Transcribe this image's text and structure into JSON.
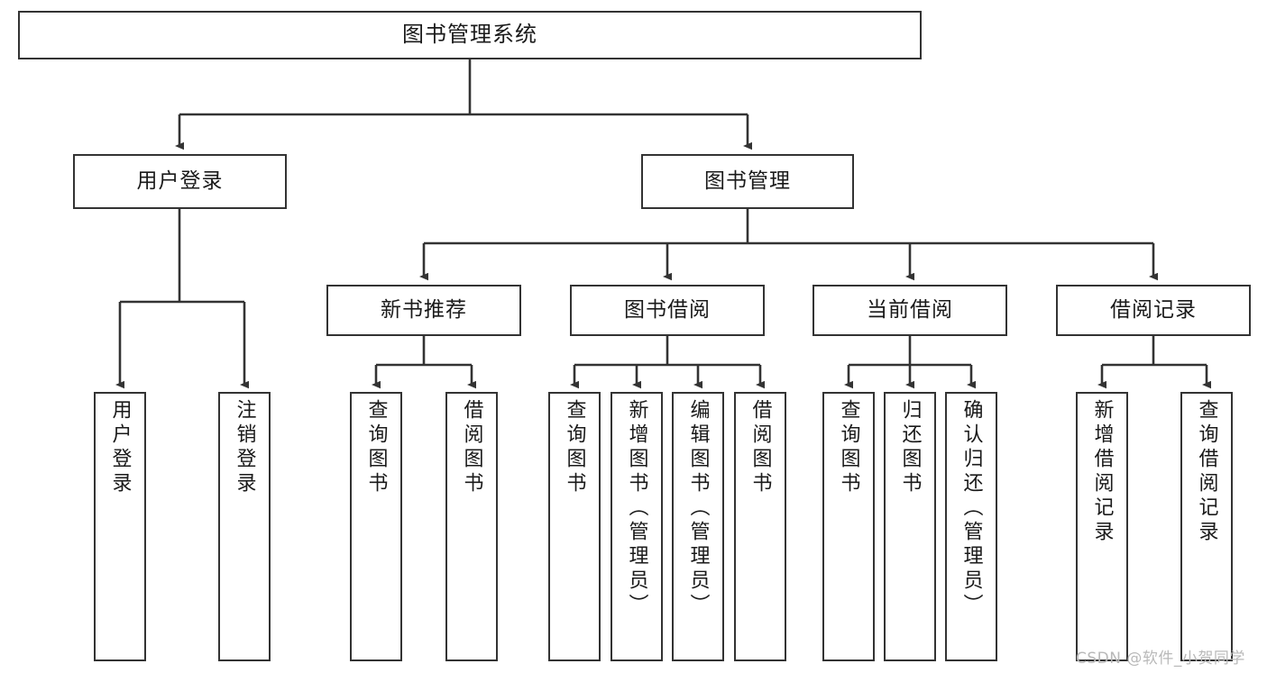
{
  "diagram": {
    "type": "tree",
    "title": "图书管理系统",
    "style": {
      "background": "#ffffff",
      "box_border": "#333333",
      "box_fill": "#ffffff",
      "edge_color": "#333333",
      "text_color": "#1a1a1a",
      "watermark_color": "#b9b9b9"
    },
    "levels": {
      "level1": [
        "图书管理系统"
      ],
      "level2": [
        "用户登录",
        "图书管理"
      ],
      "level3": [
        "新书推荐",
        "图书借阅",
        "当前借阅",
        "借阅记录"
      ],
      "level4": [
        "用户登录",
        "注销登录",
        "查询图书",
        "借阅图书",
        "查询图书",
        "新增图书（管理员）",
        "编辑图书（管理员）",
        "借阅图书",
        "查询图书",
        "归还图书",
        "确认归还（管理员）",
        "新增借阅记录",
        "查询借阅记录"
      ]
    }
  },
  "root": {
    "label": "图书管理系统"
  },
  "branches": [
    {
      "label": "用户登录",
      "children": [
        {
          "label": "用户登录"
        },
        {
          "label": "注销登录"
        }
      ]
    },
    {
      "label": "图书管理",
      "children": [
        {
          "label": "新书推荐",
          "children": [
            {
              "label": "查询图书"
            },
            {
              "label": "借阅图书"
            }
          ]
        },
        {
          "label": "图书借阅",
          "children": [
            {
              "label": "查询图书"
            },
            {
              "label": "新增图书（管理员）"
            },
            {
              "label": "编辑图书（管理员）"
            },
            {
              "label": "借阅图书"
            }
          ]
        },
        {
          "label": "当前借阅",
          "children": [
            {
              "label": "查询图书"
            },
            {
              "label": "归还图书"
            },
            {
              "label": "确认归还（管理员）"
            }
          ]
        },
        {
          "label": "借阅记录",
          "children": [
            {
              "label": "新增借阅记录"
            },
            {
              "label": "查询借阅记录"
            }
          ]
        }
      ]
    }
  ],
  "nodes": {
    "root": "图书管理系统",
    "user_login": "用户登录",
    "book_manage": "图书管理",
    "new_book_rec": "新书推荐",
    "book_borrow": "图书借阅",
    "current_borrow": "当前借阅",
    "borrow_record": "借阅记录",
    "leaf_user_login": "用户登录",
    "leaf_logout": "注销登录",
    "leaf_query_book_1": "查询图书",
    "leaf_borrow_book_1": "借阅图书",
    "leaf_query_book_2": "查询图书",
    "leaf_add_book": "新增图书（管理员）",
    "leaf_edit_book": "编辑图书（管理员）",
    "leaf_borrow_book_2": "借阅图书",
    "leaf_query_book_3": "查询图书",
    "leaf_return_book": "归还图书",
    "leaf_confirm_return": "确认归还（管理员）",
    "leaf_add_record": "新增借阅记录",
    "leaf_query_record": "查询借阅记录"
  },
  "watermark": {
    "text": "CSDN @软件_小贺同学"
  }
}
